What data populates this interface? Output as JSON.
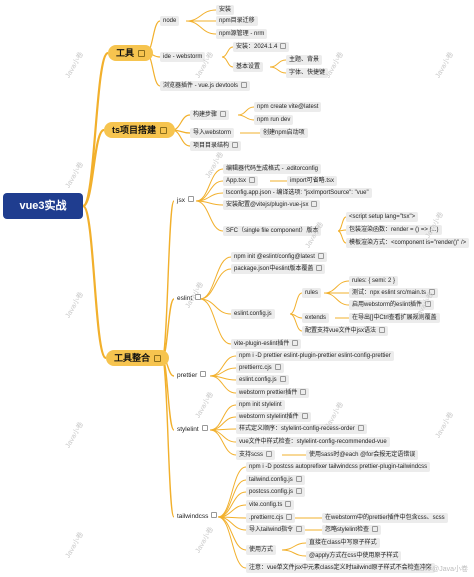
{
  "root": "vue3实战",
  "branches": {
    "tools": {
      "label": "工具",
      "node": {
        "label": "node",
        "children": [
          "安装",
          "npm目录迁移",
          "npm源管理 - nrm"
        ]
      },
      "ide": {
        "label": "ide - webstorm",
        "install": "安装：2024.1.4",
        "basic_settings": "基本设置",
        "settings": [
          "主题、背景",
          "字体、快捷键"
        ]
      },
      "browser": "浏览器插件 - vue.js devtools"
    },
    "ts_setup": {
      "label": "ts项目搭建",
      "build_steps": "构建步骤",
      "build_children": [
        "npm create vite@latest",
        "npm run dev"
      ],
      "import_ws": "导入webstorm",
      "import_child": "创建npm启动项",
      "structure": "项目目录结构"
    },
    "integration": {
      "label": "工具整合",
      "jsx": {
        "label": "jsx",
        "items": [
          "编辑器代码生成格式 - .editorconfig",
          "App.tsx",
          "tsconfig.app.json - 编译选项: \"jsxImportSource\": \"vue\"",
          "安装配置@vitejs/plugin-vue-jsx",
          "SFC（single file component）版本"
        ],
        "app_child": "import可省略.tsx",
        "sfc_children": [
          "<script setup lang=\"tsx\">",
          "包装渲染函数：render = () => (...)",
          "模板渲染方式：<component is=\"render()\" />"
        ]
      },
      "eslint": {
        "label": "eslint",
        "items": [
          "npm init @eslint/config@latest",
          "package.json中eslint版本覆盖",
          "eslint.config.js",
          "vite-plugin-eslint插件"
        ],
        "config_children": [
          "rules",
          "extends",
          "配置支持vue文件中jsx语法"
        ],
        "rules_children": [
          "rules: { semi: 2 }",
          "测试：npx eslint src/main.ts",
          "启用webstorm的eslint插件"
        ],
        "extends_child": "在导出[]中Ctrl查看扩展规则覆盖"
      },
      "prettier": {
        "label": "prettier",
        "items": [
          "npm i -D prettier eslint-plugin-prettier eslint-config-prettier",
          "prettierrc.cjs",
          "eslint.config.js",
          "webstorm prettier插件"
        ]
      },
      "stylelint": {
        "label": "stylelint",
        "items": [
          "npm init stylelint",
          "webstorm stylelint插件",
          "样式定义顺序：stylelint-config-recess-order",
          "vue文件中样式检查：stylelint-config-recommended-vue",
          "支持scss"
        ],
        "scss_child": "使用sass时@each @for会报无定语错误"
      },
      "tailwind": {
        "label": "tailwindcss",
        "items": [
          "npm i -D postcss autoprefixer tailwindcss prettier-plugin-tailwindcss",
          "tailwind.config.js",
          "postcss.config.js",
          "vite.config.ts",
          ".prettierrc.cjs",
          "导入tailwind指令",
          "使用方式",
          "注意：vue单文件jsx中元素class定义时tailwind原子样式不会检查冲突"
        ],
        "prettier_child": "在webstorm中的prettier插件中包含css、scss",
        "directive_child": "忽略stylelint检查",
        "usage_children": [
          "直接在class中写原子样式",
          "@apply方式在css中使用原子样式"
        ]
      }
    }
  },
  "watermark": "Java小卷",
  "footer": "CSDN @Java小卷"
}
